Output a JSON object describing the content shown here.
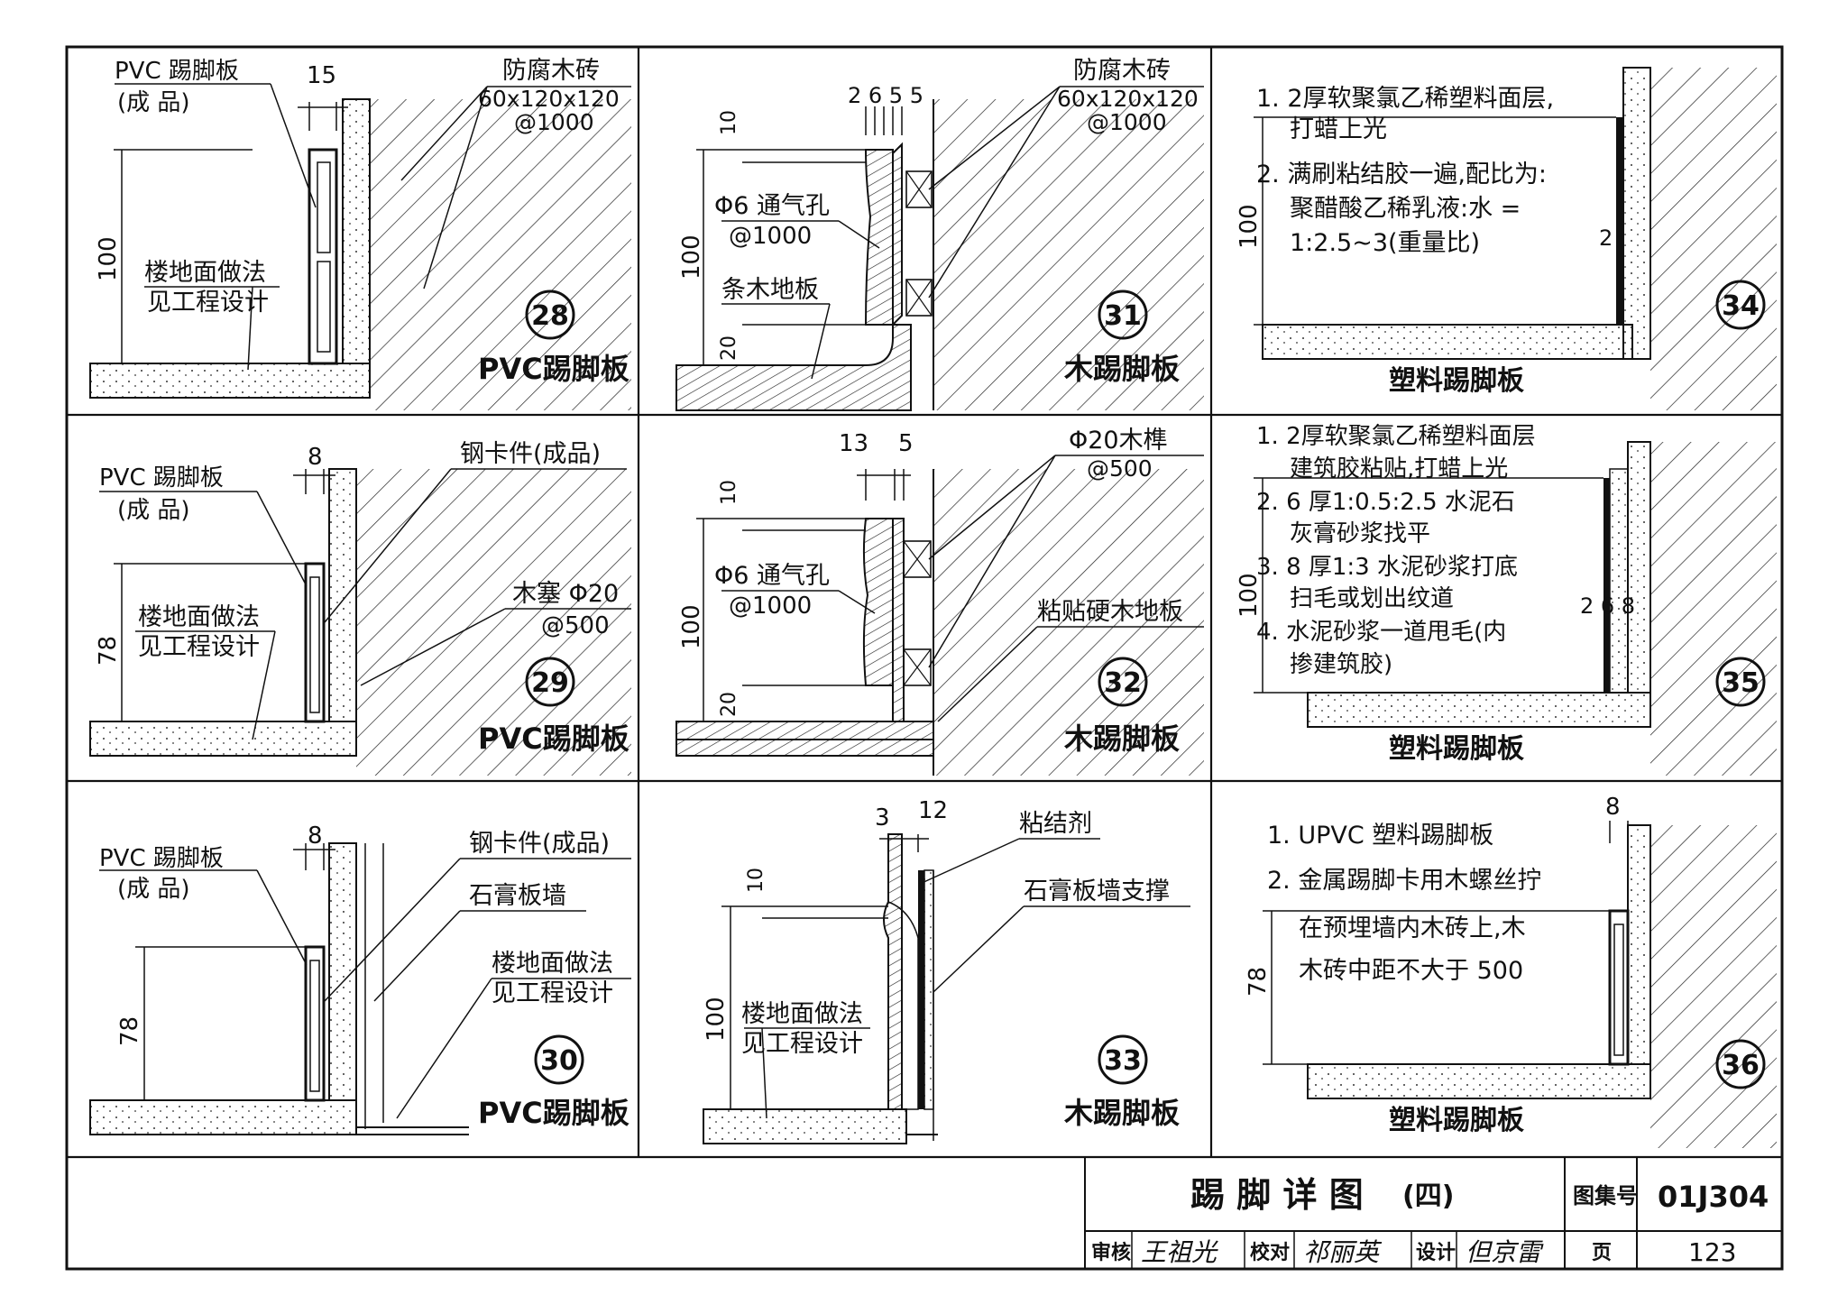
{
  "sheet": {
    "title": "踢 脚 详 图",
    "title_suffix": "(四)",
    "atlas_label": "图集号",
    "atlas_no": "01J304",
    "review_label": "审核",
    "reviewer": "王祖光",
    "check_label": "校对",
    "checker": "祁丽英",
    "design_label": "设计",
    "designer": "但京雷",
    "page_label": "页",
    "page_no": "123"
  },
  "details": [
    {
      "no": "28",
      "name": "PVC踢脚板",
      "labels": {
        "a": "PVC 踢脚板",
        "b": "(成  品)",
        "c": "楼地面做法",
        "d": "见工程设计",
        "e": "防腐木砖",
        "f": "60x120x120",
        "g": "@1000"
      },
      "dims": {
        "w": "15",
        "h": "100"
      }
    },
    {
      "no": "29",
      "name": "PVC踢脚板",
      "labels": {
        "a": "PVC 踢脚板",
        "b": "(成  品)",
        "c": "楼地面做法",
        "d": "见工程设计",
        "e": "钢卡件(成品)",
        "f": "木塞 Φ20",
        "g": "@500"
      },
      "dims": {
        "w": "8",
        "h": "78"
      }
    },
    {
      "no": "30",
      "name": "PVC踢脚板",
      "labels": {
        "a": "PVC 踢脚板",
        "b": "(成  品)",
        "c": "钢卡件(成品)",
        "d": "石膏板墙",
        "e": "楼地面做法",
        "f": "见工程设计"
      },
      "dims": {
        "w": "8",
        "h": "78"
      }
    },
    {
      "no": "31",
      "name": "木踢脚板",
      "labels": {
        "a": "防腐木砖",
        "b": "60x120x120",
        "c": "@1000",
        "d": "Φ6 通气孔",
        "e": "@1000",
        "f": "条木地板"
      },
      "dims": {
        "w": "2 6 5 5",
        "h1": "10",
        "h": "100",
        "h2": "20"
      }
    },
    {
      "no": "32",
      "name": "木踢脚板",
      "labels": {
        "a": "Φ20木榫",
        "b": "@500",
        "c": "Φ6 通气孔",
        "d": "@1000",
        "e": "粘贴硬木地板"
      },
      "dims": {
        "w1": "13",
        "w2": "5",
        "h1": "10",
        "h": "100",
        "h2": "20"
      }
    },
    {
      "no": "33",
      "name": "木踢脚板",
      "labels": {
        "a": "粘结剂",
        "b": "石膏板墙支撑",
        "c": "楼地面做法",
        "d": "见工程设计"
      },
      "dims": {
        "w1": "3",
        "w2": "12",
        "h1": "10",
        "h": "100"
      }
    },
    {
      "no": "34",
      "name": "塑料踢脚板",
      "notes": [
        "1. 2厚软聚氯乙稀塑料面层,",
        "打蜡上光",
        "2. 满刷粘结胶一遍,配比为:",
        "聚醋酸乙稀乳液:水 =",
        "1:2.5~3(重量比)"
      ],
      "dims": {
        "h": "100",
        "t": "2"
      }
    },
    {
      "no": "35",
      "name": "塑料踢脚板",
      "notes": [
        "1. 2厚软聚氯乙稀塑料面层",
        "建筑胶粘贴,打蜡上光",
        "2. 6 厚1:0.5:2.5 水泥石",
        "灰膏砂浆找平",
        "3. 8 厚1:3  水泥砂浆打底",
        "扫毛或划出纹道",
        "4. 水泥砂浆一道甩毛(内",
        "掺建筑胶)"
      ],
      "dims": {
        "h": "100",
        "t": "2 6 8"
      }
    },
    {
      "no": "36",
      "name": "塑料踢脚板",
      "notes": [
        "1. UPVC 塑料踢脚板",
        "2. 金属踢脚卡用木螺丝拧",
        "在预埋墙内木砖上,木",
        "木砖中距不大于 500"
      ],
      "dims": {
        "h": "78",
        "w": "8"
      }
    }
  ]
}
